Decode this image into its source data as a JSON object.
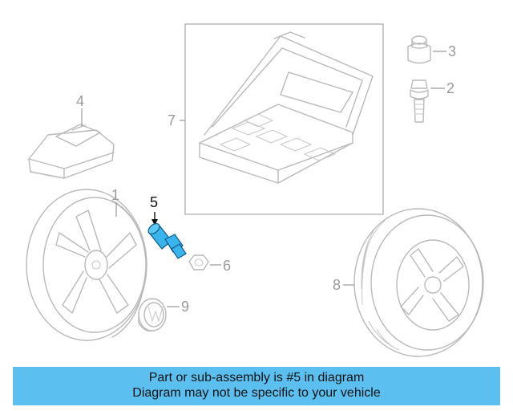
{
  "callouts": [
    {
      "id": "1",
      "text": "1"
    },
    {
      "id": "2",
      "text": "2"
    },
    {
      "id": "3",
      "text": "3"
    },
    {
      "id": "4",
      "text": "4"
    },
    {
      "id": "5",
      "text": "5",
      "highlighted": true
    },
    {
      "id": "6",
      "text": "6"
    },
    {
      "id": "7",
      "text": "7"
    },
    {
      "id": "8",
      "text": "8"
    },
    {
      "id": "9",
      "text": "9"
    }
  ],
  "banner": {
    "line1": "Part or sub-assembly is #5 in diagram",
    "line2": "Diagram may not be specific to your vehicle"
  },
  "colors": {
    "banner_background": "#5bc0f0",
    "highlight_part": "#3ab4ec",
    "line_art": "#b9b9b9"
  }
}
